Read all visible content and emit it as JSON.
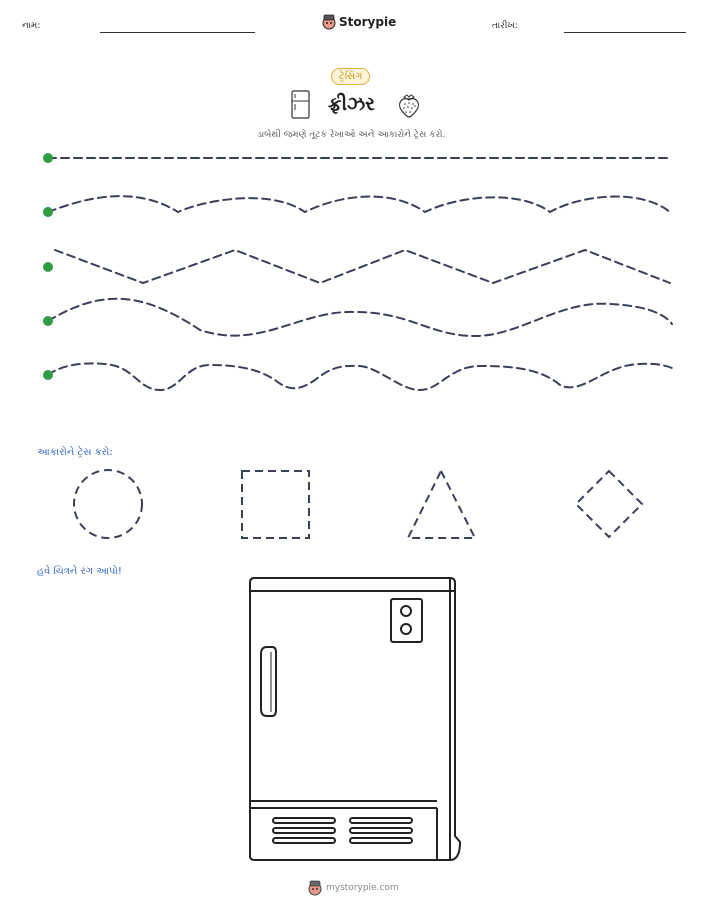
{
  "header": {
    "name_label": "નામ:",
    "brand": "Storypie",
    "date_label": "તારીખ:"
  },
  "title_block": {
    "badge": "ટ્રેસિંગ",
    "title": "ફ્રીઝર",
    "instruction": "ડાબેથી જમણે તૂટક રેખાઓ અને આકારોને ટ્રેસ કરો."
  },
  "shapes_section": {
    "label": "આકારોને ટ્રેસ કરો:"
  },
  "coloring_section": {
    "label": "હવે ચિત્રને રંગ આપો!"
  },
  "footer": {
    "site": "mystorypie.com"
  },
  "colors": {
    "dot": "#2e9d45",
    "trace": "#3a3f5a",
    "section": "#2d63c8",
    "badge_border": "#e0b040"
  },
  "icons": [
    "mascot-icon",
    "fridge-icon",
    "strawberry-icon"
  ]
}
